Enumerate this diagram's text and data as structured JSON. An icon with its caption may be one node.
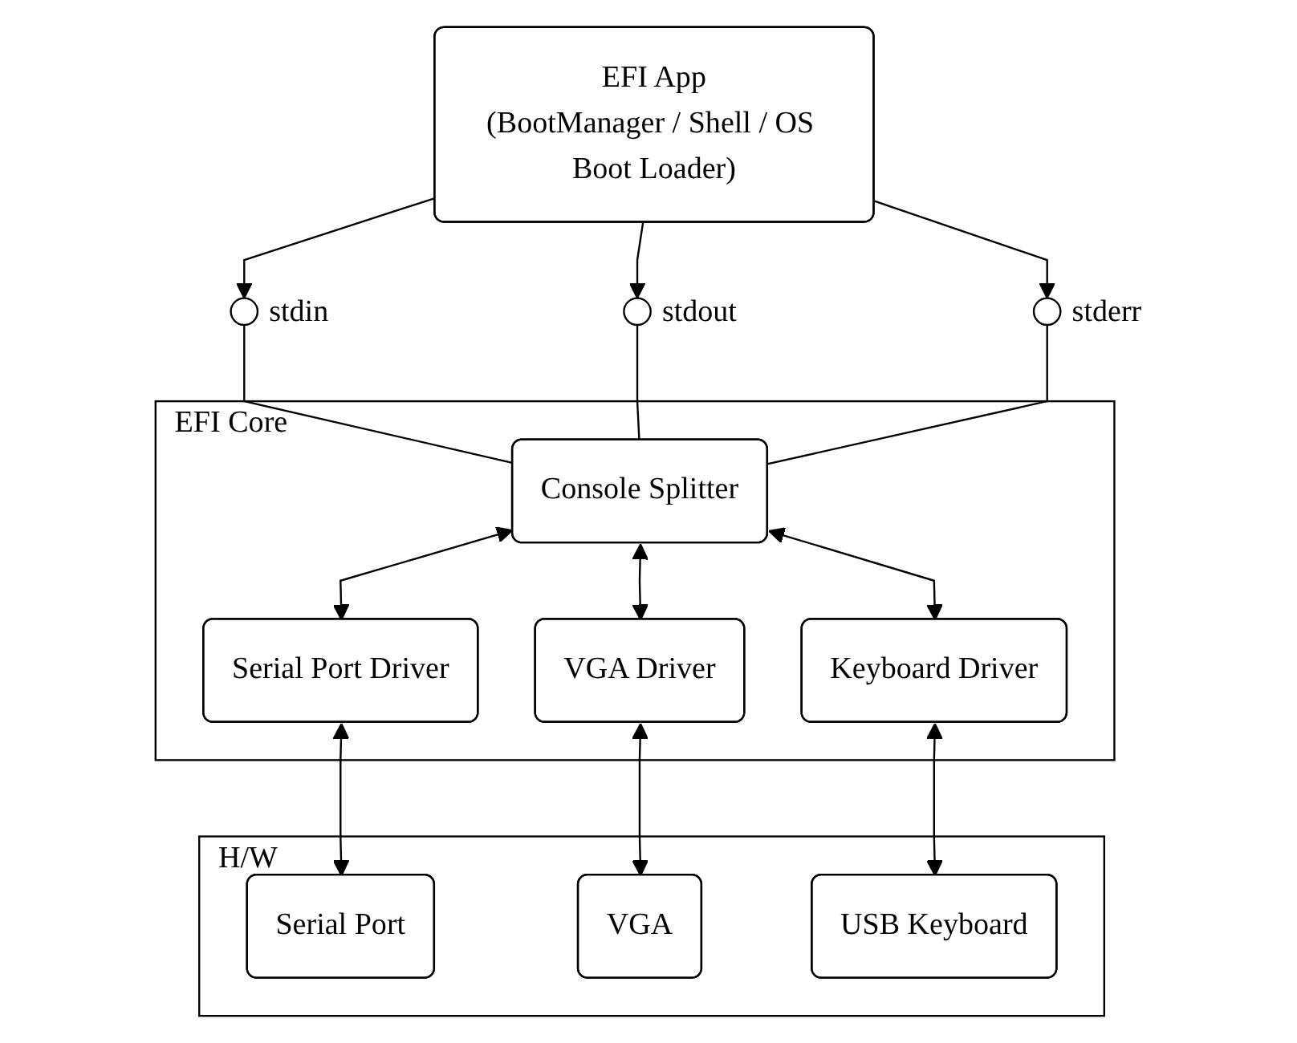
{
  "diagram": {
    "nodes": [
      {
        "text": [
          "EFI App",
          "(BootManager / Shell / OS Boot Loader)"
        ]
      },
      {
        "text": [],
        "shape": "circle",
        "beside": [
          "stdin"
        ]
      },
      {
        "text": [],
        "shape": "circle",
        "beside": [
          "stdout"
        ]
      },
      {
        "text": [],
        "shape": "circle",
        "beside": [
          "stderr"
        ]
      },
      {
        "text": [
          "EFI Core"
        ]
      },
      {
        "text": [
          "Console Splitter"
        ],
        "in": 4
      },
      {
        "text": [
          "Serial Port Driver"
        ],
        "in": 4
      },
      {
        "text": [
          "VGA Driver"
        ],
        "in": 4
      },
      {
        "text": [
          "Keyboard Driver"
        ],
        "in": 4
      },
      {
        "text": [
          "H/W"
        ]
      },
      {
        "text": [
          "Serial Port"
        ],
        "in": 9
      },
      {
        "text": [
          "VGA"
        ],
        "in": 9
      },
      {
        "text": [
          "USB Keyboard"
        ],
        "in": 9
      }
    ],
    "edges": [
      {
        "from": 0,
        "to": 1,
        "arrow": "to"
      },
      {
        "from": 0,
        "to": 2,
        "arrow": "to"
      },
      {
        "from": 0,
        "to": 3,
        "arrow": "to"
      },
      {
        "from": 1,
        "to": 5,
        "arrow": "none"
      },
      {
        "from": 2,
        "to": 5,
        "arrow": "none"
      },
      {
        "from": 3,
        "to": 5,
        "arrow": "none"
      },
      {
        "from": 5,
        "to": 6,
        "arrow": "both"
      },
      {
        "from": 5,
        "to": 7,
        "arrow": "both"
      },
      {
        "from": 5,
        "to": 8,
        "arrow": "both"
      },
      {
        "from": 6,
        "to": 10,
        "arrow": "both"
      },
      {
        "from": 7,
        "to": 11,
        "arrow": "both"
      },
      {
        "from": 8,
        "to": 12,
        "arrow": "both"
      }
    ]
  }
}
